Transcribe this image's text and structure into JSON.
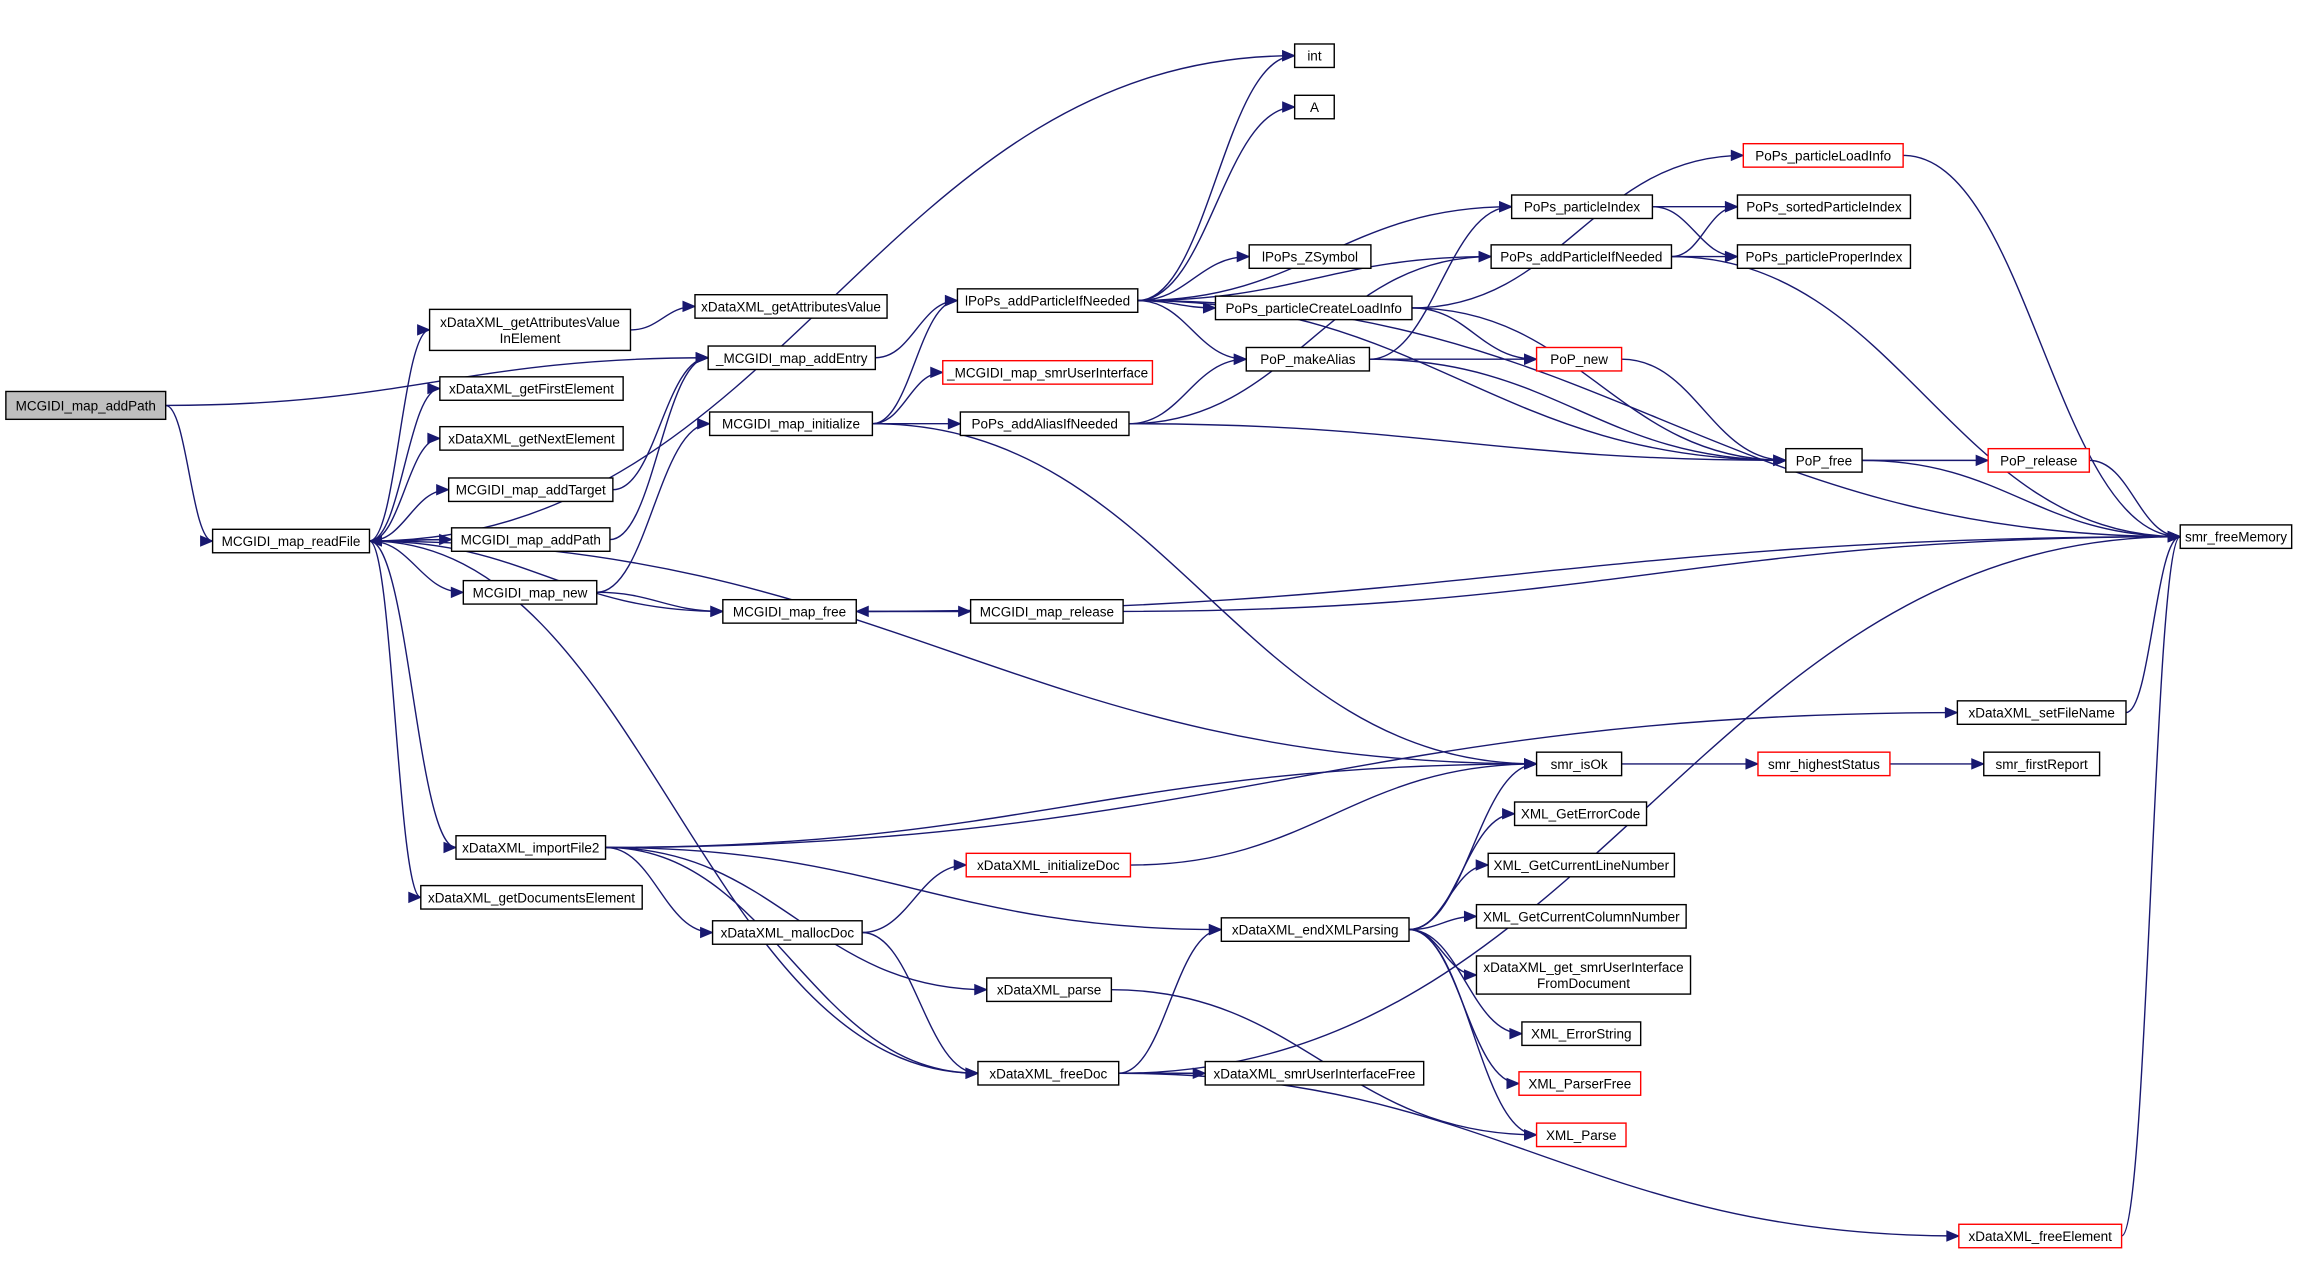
{
  "diagram": {
    "type": "call-graph",
    "colors": {
      "edge": "#191970",
      "node_border": "#000000",
      "truncated_border": "#ff0000",
      "root_fill": "#bfbfbf",
      "background": "#ffffff"
    },
    "nodes": [
      {
        "id": "MCGIDI_map_addPath_root",
        "label": "MCGIDI_map_addPath",
        "root": true
      },
      {
        "id": "MCGIDI_map_readFile",
        "label": "MCGIDI_map_readFile"
      },
      {
        "id": "xDataXML_getAttributesValueInElement",
        "label": "xDataXML_getAttributesValue\nInElement"
      },
      {
        "id": "xDataXML_getFirstElement",
        "label": "xDataXML_getFirstElement"
      },
      {
        "id": "xDataXML_getNextElement",
        "label": "xDataXML_getNextElement"
      },
      {
        "id": "MCGIDI_map_addTarget",
        "label": "MCGIDI_map_addTarget"
      },
      {
        "id": "MCGIDI_map_addPath",
        "label": "MCGIDI_map_addPath"
      },
      {
        "id": "MCGIDI_map_new",
        "label": "MCGIDI_map_new"
      },
      {
        "id": "xDataXML_importFile2",
        "label": "xDataXML_importFile2"
      },
      {
        "id": "xDataXML_getDocumentsElement",
        "label": "xDataXML_getDocumentsElement"
      },
      {
        "id": "xDataXML_getAttributesValue",
        "label": "xDataXML_getAttributesValue"
      },
      {
        "id": "_MCGIDI_map_addEntry",
        "label": "_MCGIDI_map_addEntry"
      },
      {
        "id": "MCGIDI_map_initialize",
        "label": "MCGIDI_map_initialize"
      },
      {
        "id": "MCGIDI_map_free",
        "label": "MCGIDI_map_free"
      },
      {
        "id": "xDataXML_mallocDoc",
        "label": "xDataXML_mallocDoc"
      },
      {
        "id": "lPoPs_addParticleIfNeeded",
        "label": "lPoPs_addParticleIfNeeded"
      },
      {
        "id": "_MCGIDI_map_smrUserInterface",
        "label": "_MCGIDI_map_smrUserInterface",
        "truncated": true
      },
      {
        "id": "PoPs_addAliasIfNeeded",
        "label": "PoPs_addAliasIfNeeded"
      },
      {
        "id": "MCGIDI_map_release",
        "label": "MCGIDI_map_release"
      },
      {
        "id": "xDataXML_initializeDoc",
        "label": "xDataXML_initializeDoc",
        "truncated": true
      },
      {
        "id": "xDataXML_parse",
        "label": "xDataXML_parse"
      },
      {
        "id": "xDataXML_freeDoc",
        "label": "xDataXML_freeDoc"
      },
      {
        "id": "int",
        "label": "int"
      },
      {
        "id": "A",
        "label": "A"
      },
      {
        "id": "lPoPs_ZSymbol",
        "label": "lPoPs_ZSymbol"
      },
      {
        "id": "PoPs_particleCreateLoadInfo",
        "label": "PoPs_particleCreateLoadInfo"
      },
      {
        "id": "PoP_makeAlias",
        "label": "PoP_makeAlias"
      },
      {
        "id": "smr_isOk",
        "label": "smr_isOk"
      },
      {
        "id": "xDataXML_endXMLParsing",
        "label": "xDataXML_endXMLParsing"
      },
      {
        "id": "xDataXML_smrUserInterfaceFree",
        "label": "xDataXML_smrUserInterfaceFree"
      },
      {
        "id": "PoPs_particleIndex",
        "label": "PoPs_particleIndex"
      },
      {
        "id": "PoPs_addParticleIfNeeded",
        "label": "PoPs_addParticleIfNeeded"
      },
      {
        "id": "PoP_new",
        "label": "PoP_new",
        "truncated": true
      },
      {
        "id": "XML_GetErrorCode",
        "label": "XML_GetErrorCode"
      },
      {
        "id": "XML_GetCurrentLineNumber",
        "label": "XML_GetCurrentLineNumber"
      },
      {
        "id": "XML_GetCurrentColumnNumber",
        "label": "XML_GetCurrentColumnNumber"
      },
      {
        "id": "xDataXML_get_smrUserInterfaceFromDocument",
        "label": "xDataXML_get_smrUserInterface\nFromDocument"
      },
      {
        "id": "XML_ErrorString",
        "label": "XML_ErrorString"
      },
      {
        "id": "XML_ParserFree",
        "label": "XML_ParserFree",
        "truncated": true
      },
      {
        "id": "XML_Parse",
        "label": "XML_Parse",
        "truncated": true
      },
      {
        "id": "smr_highestStatus",
        "label": "smr_highestStatus",
        "truncated": true
      },
      {
        "id": "PoPs_particleLoadInfo",
        "label": "PoPs_particleLoadInfo",
        "truncated": true
      },
      {
        "id": "PoPs_sortedParticleIndex",
        "label": "PoPs_sortedParticleIndex"
      },
      {
        "id": "PoPs_particleProperIndex",
        "label": "PoPs_particleProperIndex"
      },
      {
        "id": "PoP_free",
        "label": "PoP_free"
      },
      {
        "id": "xDataXML_setFileName",
        "label": "xDataXML_setFileName"
      },
      {
        "id": "xDataXML_freeElement",
        "label": "xDataXML_freeElement",
        "truncated": true
      },
      {
        "id": "PoP_release",
        "label": "PoP_release",
        "truncated": true
      },
      {
        "id": "smr_firstReport",
        "label": "smr_firstReport"
      },
      {
        "id": "smr_freeMemory",
        "label": "smr_freeMemory"
      }
    ],
    "edges": [
      [
        "MCGIDI_map_addPath_root",
        "MCGIDI_map_readFile"
      ],
      [
        "MCGIDI_map_addPath_root",
        "_MCGIDI_map_addEntry"
      ],
      [
        "MCGIDI_map_readFile",
        "int"
      ],
      [
        "MCGIDI_map_readFile",
        "xDataXML_getAttributesValueInElement"
      ],
      [
        "MCGIDI_map_readFile",
        "xDataXML_getFirstElement"
      ],
      [
        "MCGIDI_map_readFile",
        "xDataXML_getNextElement"
      ],
      [
        "MCGIDI_map_readFile",
        "MCGIDI_map_addTarget"
      ],
      [
        "MCGIDI_map_readFile",
        "MCGIDI_map_addPath"
      ],
      [
        "MCGIDI_map_readFile",
        "MCGIDI_map_new"
      ],
      [
        "MCGIDI_map_readFile",
        "MCGIDI_map_free"
      ],
      [
        "MCGIDI_map_readFile",
        "smr_isOk"
      ],
      [
        "MCGIDI_map_readFile",
        "xDataXML_importFile2"
      ],
      [
        "MCGIDI_map_readFile",
        "xDataXML_getDocumentsElement"
      ],
      [
        "MCGIDI_map_readFile",
        "xDataXML_freeDoc"
      ],
      [
        "MCGIDI_map_addPath",
        "MCGIDI_map_readFile"
      ],
      [
        "MCGIDI_map_addPath",
        "_MCGIDI_map_addEntry"
      ],
      [
        "MCGIDI_map_addTarget",
        "_MCGIDI_map_addEntry"
      ],
      [
        "xDataXML_getAttributesValueInElement",
        "xDataXML_getAttributesValue"
      ],
      [
        "MCGIDI_map_new",
        "MCGIDI_map_initialize"
      ],
      [
        "MCGIDI_map_new",
        "MCGIDI_map_free"
      ],
      [
        "_MCGIDI_map_addEntry",
        "lPoPs_addParticleIfNeeded"
      ],
      [
        "MCGIDI_map_initialize",
        "lPoPs_addParticleIfNeeded"
      ],
      [
        "MCGIDI_map_initialize",
        "_MCGIDI_map_smrUserInterface"
      ],
      [
        "MCGIDI_map_initialize",
        "PoPs_addAliasIfNeeded"
      ],
      [
        "MCGIDI_map_initialize",
        "smr_isOk"
      ],
      [
        "MCGIDI_map_free",
        "MCGIDI_map_release"
      ],
      [
        "MCGIDI_map_free",
        "smr_freeMemory"
      ],
      [
        "MCGIDI_map_release",
        "MCGIDI_map_free"
      ],
      [
        "MCGIDI_map_release",
        "smr_freeMemory"
      ],
      [
        "lPoPs_addParticleIfNeeded",
        "int"
      ],
      [
        "lPoPs_addParticleIfNeeded",
        "A"
      ],
      [
        "lPoPs_addParticleIfNeeded",
        "smr_freeMemory"
      ],
      [
        "lPoPs_addParticleIfNeeded",
        "lPoPs_ZSymbol"
      ],
      [
        "lPoPs_addParticleIfNeeded",
        "PoPs_particleIndex"
      ],
      [
        "lPoPs_addParticleIfNeeded",
        "PoPs_addParticleIfNeeded"
      ],
      [
        "lPoPs_addParticleIfNeeded",
        "PoPs_particleCreateLoadInfo"
      ],
      [
        "lPoPs_addParticleIfNeeded",
        "PoP_makeAlias"
      ],
      [
        "lPoPs_addParticleIfNeeded",
        "PoP_free"
      ],
      [
        "PoPs_addAliasIfNeeded",
        "PoP_makeAlias"
      ],
      [
        "PoPs_addAliasIfNeeded",
        "PoPs_addParticleIfNeeded"
      ],
      [
        "PoPs_addAliasIfNeeded",
        "PoP_free"
      ],
      [
        "PoPs_particleCreateLoadInfo",
        "PoPs_particleLoadInfo"
      ],
      [
        "PoPs_particleCreateLoadInfo",
        "PoP_new"
      ],
      [
        "PoPs_particleCreateLoadInfo",
        "PoP_free"
      ],
      [
        "PoP_makeAlias",
        "PoPs_particleIndex"
      ],
      [
        "PoP_makeAlias",
        "PoP_new"
      ],
      [
        "PoP_makeAlias",
        "PoP_free"
      ],
      [
        "PoPs_particleIndex",
        "PoPs_sortedParticleIndex"
      ],
      [
        "PoPs_particleIndex",
        "PoPs_particleProperIndex"
      ],
      [
        "PoPs_addParticleIfNeeded",
        "PoPs_sortedParticleIndex"
      ],
      [
        "PoPs_addParticleIfNeeded",
        "PoPs_particleProperIndex"
      ],
      [
        "PoPs_addParticleIfNeeded",
        "smr_freeMemory"
      ],
      [
        "PoP_new",
        "PoP_free"
      ],
      [
        "PoP_free",
        "PoP_release"
      ],
      [
        "PoP_free",
        "smr_freeMemory"
      ],
      [
        "PoP_release",
        "smr_freeMemory"
      ],
      [
        "PoPs_particleLoadInfo",
        "smr_freeMemory"
      ],
      [
        "xDataXML_importFile2",
        "xDataXML_setFileName"
      ],
      [
        "xDataXML_importFile2",
        "smr_isOk"
      ],
      [
        "xDataXML_importFile2",
        "xDataXML_mallocDoc"
      ],
      [
        "xDataXML_importFile2",
        "xDataXML_endXMLParsing"
      ],
      [
        "xDataXML_importFile2",
        "xDataXML_parse"
      ],
      [
        "xDataXML_importFile2",
        "xDataXML_freeDoc"
      ],
      [
        "xDataXML_mallocDoc",
        "xDataXML_initializeDoc"
      ],
      [
        "xDataXML_mallocDoc",
        "xDataXML_freeDoc"
      ],
      [
        "xDataXML_initializeDoc",
        "smr_isOk"
      ],
      [
        "xDataXML_parse",
        "XML_Parse"
      ],
      [
        "xDataXML_freeDoc",
        "xDataXML_endXMLParsing"
      ],
      [
        "xDataXML_freeDoc",
        "xDataXML_smrUserInterfaceFree"
      ],
      [
        "xDataXML_freeDoc",
        "smr_freeMemory"
      ],
      [
        "xDataXML_freeDoc",
        "xDataXML_freeElement"
      ],
      [
        "xDataXML_endXMLParsing",
        "smr_isOk"
      ],
      [
        "xDataXML_endXMLParsing",
        "XML_GetErrorCode"
      ],
      [
        "xDataXML_endXMLParsing",
        "XML_GetCurrentLineNumber"
      ],
      [
        "xDataXML_endXMLParsing",
        "XML_GetCurrentColumnNumber"
      ],
      [
        "xDataXML_endXMLParsing",
        "xDataXML_get_smrUserInterfaceFromDocument"
      ],
      [
        "xDataXML_endXMLParsing",
        "XML_ErrorString"
      ],
      [
        "xDataXML_endXMLParsing",
        "XML_ParserFree"
      ],
      [
        "xDataXML_endXMLParsing",
        "XML_Parse"
      ],
      [
        "smr_isOk",
        "smr_highestStatus"
      ],
      [
        "smr_highestStatus",
        "smr_firstReport"
      ],
      [
        "xDataXML_setFileName",
        "smr_freeMemory"
      ],
      [
        "xDataXML_freeElement",
        "smr_freeMemory"
      ]
    ]
  }
}
